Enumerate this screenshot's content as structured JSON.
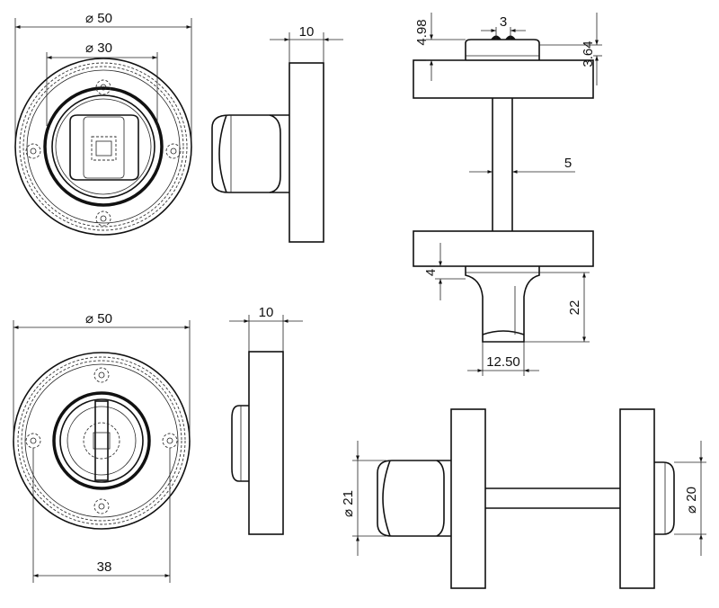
{
  "dimensions": {
    "top_front_outer_dia": "⌀ 50",
    "top_front_inner_dia": "⌀ 30",
    "top_side_thickness": "10",
    "bottom_front_outer_dia": "⌀ 50",
    "bottom_front_hole_spacing": "38",
    "bottom_side_thickness": "10",
    "section_slot_width": "3",
    "section_knob_height": "4.98",
    "section_rose_offset": "3.64",
    "section_spindle": "5",
    "section_release_offset": "4",
    "section_release_length": "22",
    "section_release_width": "12.50",
    "assembly_knob_dia": "⌀ 21",
    "assembly_release_dia": "⌀ 20"
  }
}
